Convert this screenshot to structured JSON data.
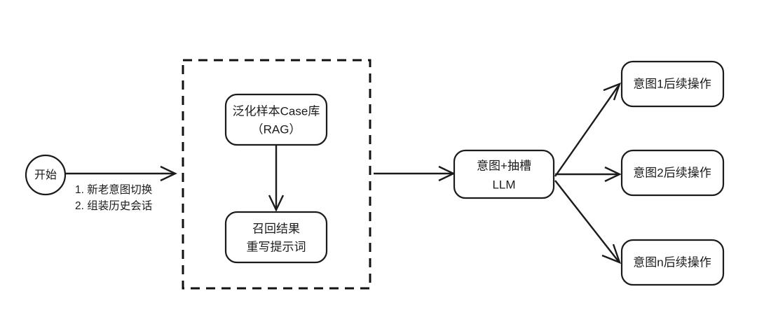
{
  "diagram": {
    "title_visible": false,
    "background_color": "#ffffff",
    "stroke_color": "#1b1b1b",
    "node_fill": "#ffffff",
    "start_node": {
      "label": "开始",
      "shape": "circle"
    },
    "start_edge_label": {
      "line1": "1. 新老意图切换",
      "line2": "2. 组装历史会话"
    },
    "group": {
      "style": "dashed-rectangle",
      "label": "",
      "nodes": [
        {
          "id": "rag",
          "line1": "泛化样本Case库",
          "line2": "（RAG）",
          "shape": "rounded-rectangle"
        },
        {
          "id": "rewrite",
          "line1": "召回结果",
          "line2": "重写提示词",
          "shape": "rounded-rectangle"
        }
      ]
    },
    "llm_node": {
      "line1": "意图+抽槽",
      "line2": "LLM",
      "shape": "rounded-rectangle"
    },
    "outcomes": [
      {
        "id": "intent1",
        "label": "意图1后续操作",
        "shape": "rounded-rectangle"
      },
      {
        "id": "intent2",
        "label": "意图2后续操作",
        "shape": "rounded-rectangle"
      },
      {
        "id": "intentn",
        "label": "意图n后续操作",
        "shape": "rounded-rectangle"
      }
    ]
  }
}
